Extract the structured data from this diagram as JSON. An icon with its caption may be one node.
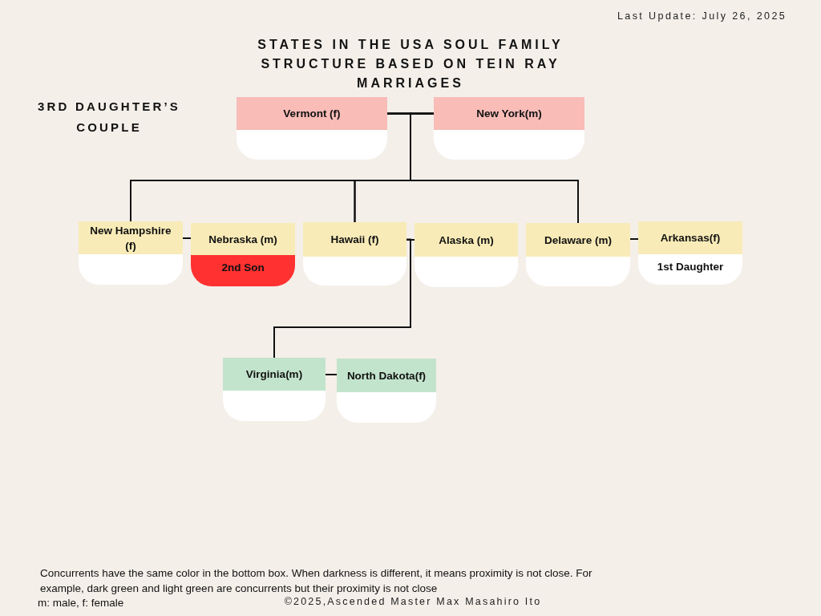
{
  "diagram": {
    "title": "STATES IN THE USA SOUL FAMILY STRUCTURE BASED ON TEIN RAY MARRIAGES",
    "nodes": [
      {
        "text": [
          "Vermont (f)"
        ]
      },
      {
        "text": [
          "New York(m)"
        ]
      },
      {
        "text": [
          "New Hampshire (f)"
        ]
      },
      {
        "text": [
          "Nebraska (m)",
          "2nd Son"
        ]
      },
      {
        "text": [
          "Hawaii (f)"
        ]
      },
      {
        "text": [
          "Alaska (m)"
        ]
      },
      {
        "text": [
          "Delaware (m)"
        ]
      },
      {
        "text": [
          "Arkansas(f)",
          "1st Daughter"
        ]
      },
      {
        "text": [
          "Virginia(m)"
        ]
      },
      {
        "text": [
          "North Dakota(f)"
        ]
      }
    ],
    "edges": [
      {
        "from": 0,
        "to": 1,
        "arrow": "none"
      },
      {
        "from": 0,
        "to": 2,
        "arrow": "none"
      },
      {
        "from": 1,
        "to": 2,
        "arrow": "none"
      },
      {
        "from": 0,
        "to": 4,
        "arrow": "none"
      },
      {
        "from": 1,
        "to": 4,
        "arrow": "none"
      },
      {
        "from": 0,
        "to": 6,
        "arrow": "none"
      },
      {
        "from": 1,
        "to": 6,
        "arrow": "none"
      },
      {
        "from": 2,
        "to": 3,
        "arrow": "none"
      },
      {
        "from": 4,
        "to": 5,
        "arrow": "none"
      },
      {
        "from": 6,
        "to": 7,
        "arrow": "none"
      },
      {
        "from": 4,
        "to": 8,
        "arrow": "none"
      },
      {
        "from": 5,
        "to": 8,
        "arrow": "none"
      },
      {
        "from": 8,
        "to": 9,
        "arrow": "none"
      }
    ],
    "labels": [
      "Last Update: July 26, 2025",
      "3RD DAUGHTER’S COUPLE",
      "Concurrents have the same color in the bottom box. When darkness is different, it means proximity is not close. For example, dark green and light green are concurrents but their proximity is not close",
      "m: male, f: female",
      "©2025,Ascended Master Max Masahiro Ito"
    ]
  }
}
